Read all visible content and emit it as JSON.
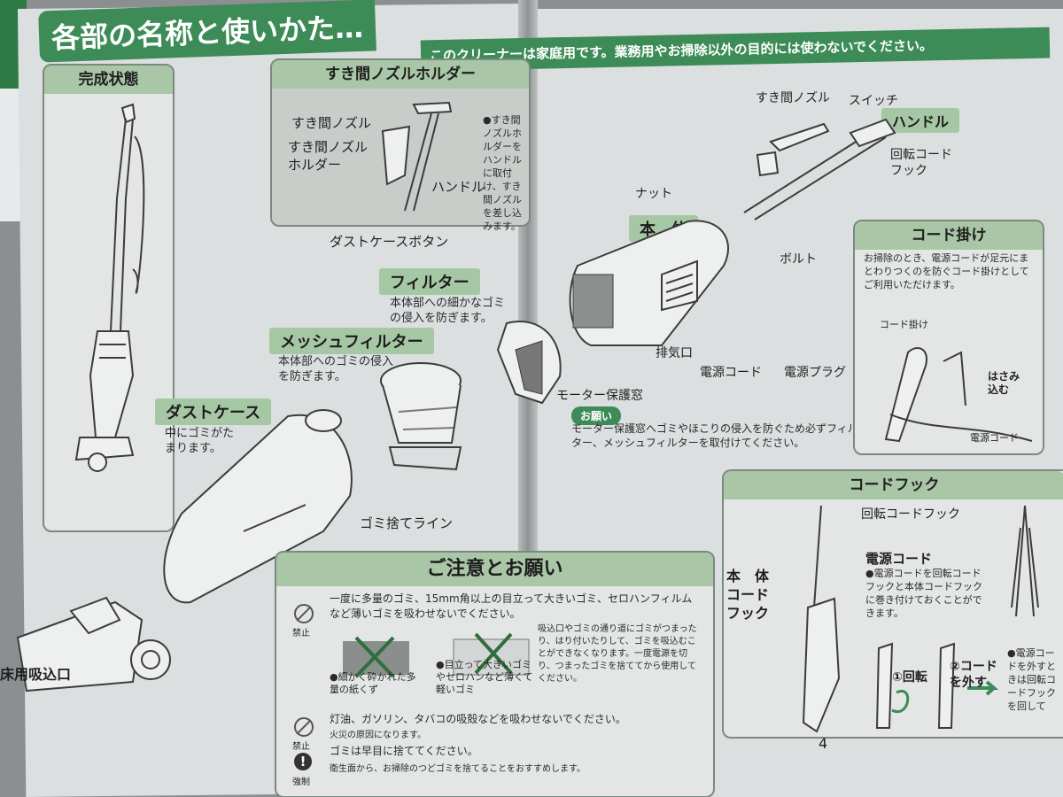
{
  "title": {
    "main": "各部の名称と使いかた…",
    "sub": "このクリーナーは家庭用です。業務用やお掃除以外の目的には使わないでください。"
  },
  "left_panel": {
    "heading": "完成状態",
    "bottom_label": "床用吸込口"
  },
  "nozzle_holder": {
    "heading": "すき間ノズルホルダー",
    "labels": {
      "nozzle": "すき間ノズル",
      "holder": "すき間ノズル\nホルダー",
      "handle": "ハンドル"
    },
    "note": "●すき間ノズルホルダーをハンドルに取付け、すき間ノズルを差し込みます。"
  },
  "parts": {
    "dust_case_button": "ダストケースボタン",
    "filter": "フィルター",
    "filter_desc": "本体部への細かなゴミの侵入を防ぎます。",
    "mesh_filter": "メッシュフィルター",
    "mesh_filter_desc": "本体部へのゴミの侵入を防ぎます。",
    "dust_case": "ダストケース",
    "dust_case_desc": "中にゴミがたまります。",
    "dust_line": "ゴミ捨てライン",
    "nut": "ナット",
    "body": "本　体",
    "bolt": "ボルト",
    "exhaust": "排気口",
    "power_cord": "電源コード",
    "power_plug": "電源プラグ",
    "motor_window": "モーター保護窓",
    "nozzle": "すき間ノズル",
    "switch": "スイッチ",
    "handle": "ハンドル",
    "rotating_hook": "回転コード\nフック"
  },
  "request": {
    "badge": "お願い",
    "text": "モーター保護窓へゴミやほこりの侵入を防ぐため必ずフィルター、メッシュフィルターを取付けてください。"
  },
  "cord_hanger": {
    "heading": "コード掛け",
    "desc": "お掃除のとき、電源コードが足元にまとわりつくのを防ぐコード掛けとしてご利用いただけます。",
    "label_hanger": "コード掛け",
    "label_pinch": "はさみ\n込む",
    "label_cord": "電源コード"
  },
  "cord_hook": {
    "heading": "コードフック",
    "rotating_hook": "回転コードフック",
    "body_hook": "本　体\nコード\nフック",
    "power_cord": "電源コード",
    "desc": "●電源コードを回転コードフックと本体コードフックに巻き付けておくことができます。",
    "step1": "①回転",
    "step2": "②コード\nを外す",
    "right_note": "●電源コードを外すときは回転コードフックを回して"
  },
  "caution": {
    "heading": "ご注意とお願い",
    "prohibit": "禁止",
    "mandatory": "強制",
    "item1": "一度に多量のゴミ、15mm角以上の目立って大きいゴミ、セロハンフィルムなど薄いゴミを吸わせないでください。",
    "cap1": "●細かく砕かれた多量の紙くず",
    "cap2": "●目立って大きいゴミやセロハンなど薄くて軽いゴミ",
    "side_note": "吸込口やゴミの通り道にゴミがつまったり、はり付いたりして、ゴミを吸込むことができなくなります。一度電源を切り、つまったゴミを捨ててから使用してください。",
    "item2": "灯油、ガソリン、タバコの吸殻などを吸わせないでください。",
    "item2_sub": "火災の原因になります。",
    "item3": "ゴミは早目に捨ててください。",
    "item3_sub": "衛生面から、お掃除のつどゴミを捨てることをおすすめします。"
  },
  "page_number": "4"
}
